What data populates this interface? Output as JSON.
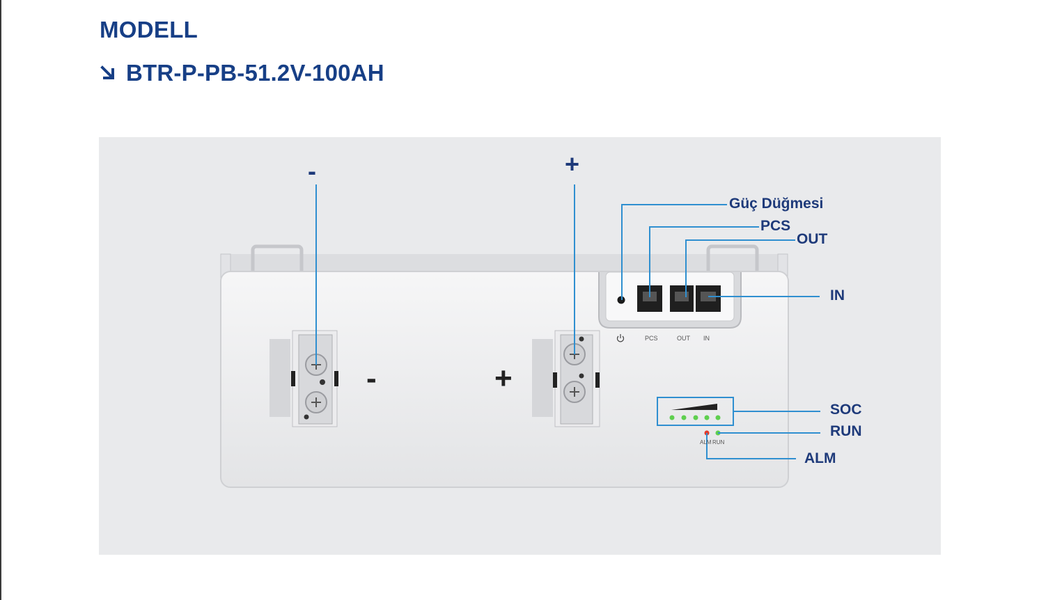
{
  "header": {
    "title": "MODELL",
    "model": "BTR-P-PB-51.2V-100AH"
  },
  "callouts": {
    "power_button": "Güç Düğmesi",
    "pcs": "PCS",
    "out": "OUT",
    "in": "IN",
    "soc": "SOC",
    "run": "RUN",
    "alm": "ALM"
  },
  "terminals": {
    "negative": "-",
    "positive": "+"
  },
  "panel_print": {
    "pcs": "PCS",
    "out": "OUT",
    "in": "IN",
    "alm": "ALM",
    "run": "RUN"
  },
  "colors": {
    "title": "#173f86",
    "leader": "#2f8fd0",
    "label": "#1e3a7a",
    "led_green": "#5fcf4f",
    "led_red": "#e23a2a"
  }
}
